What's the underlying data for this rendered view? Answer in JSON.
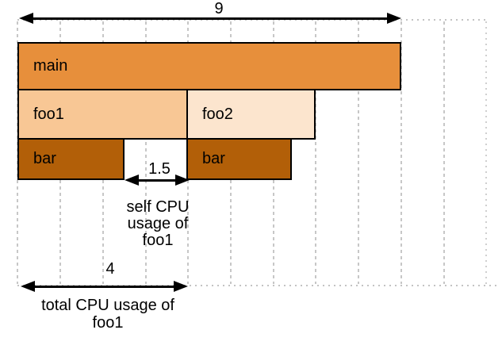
{
  "diagram": {
    "frames": [
      {
        "label": "main",
        "depth": 0,
        "start": 0,
        "end": 9
      },
      {
        "label": "foo1",
        "depth": 1,
        "start": 0,
        "end": 4
      },
      {
        "label": "foo2",
        "depth": 1,
        "start": 4,
        "end": 7
      },
      {
        "label": "bar",
        "depth": 2,
        "start": 0,
        "end": 2.5
      },
      {
        "label": "bar",
        "depth": 2,
        "start": 4,
        "end": 6.5
      }
    ],
    "annotations": {
      "total_width_label": "9",
      "self_cpu_label": "1.5",
      "self_cpu_caption_lines": [
        "self CPU",
        "usage of",
        "foo1"
      ],
      "total_cpu_label": "4",
      "total_cpu_caption_lines": [
        "total CPU usage of",
        "foo1"
      ]
    },
    "colors": {
      "frame_main": "#E78F3B",
      "frame_foo1": "#F8C795",
      "frame_foo2": "#FCE5CE",
      "frame_bar": "#B25F08",
      "frame_border": "#000000",
      "grid": "#C7C7C7",
      "arrow": "#000000",
      "background": "#FFFFFF"
    },
    "grid_unit_count": 11
  }
}
